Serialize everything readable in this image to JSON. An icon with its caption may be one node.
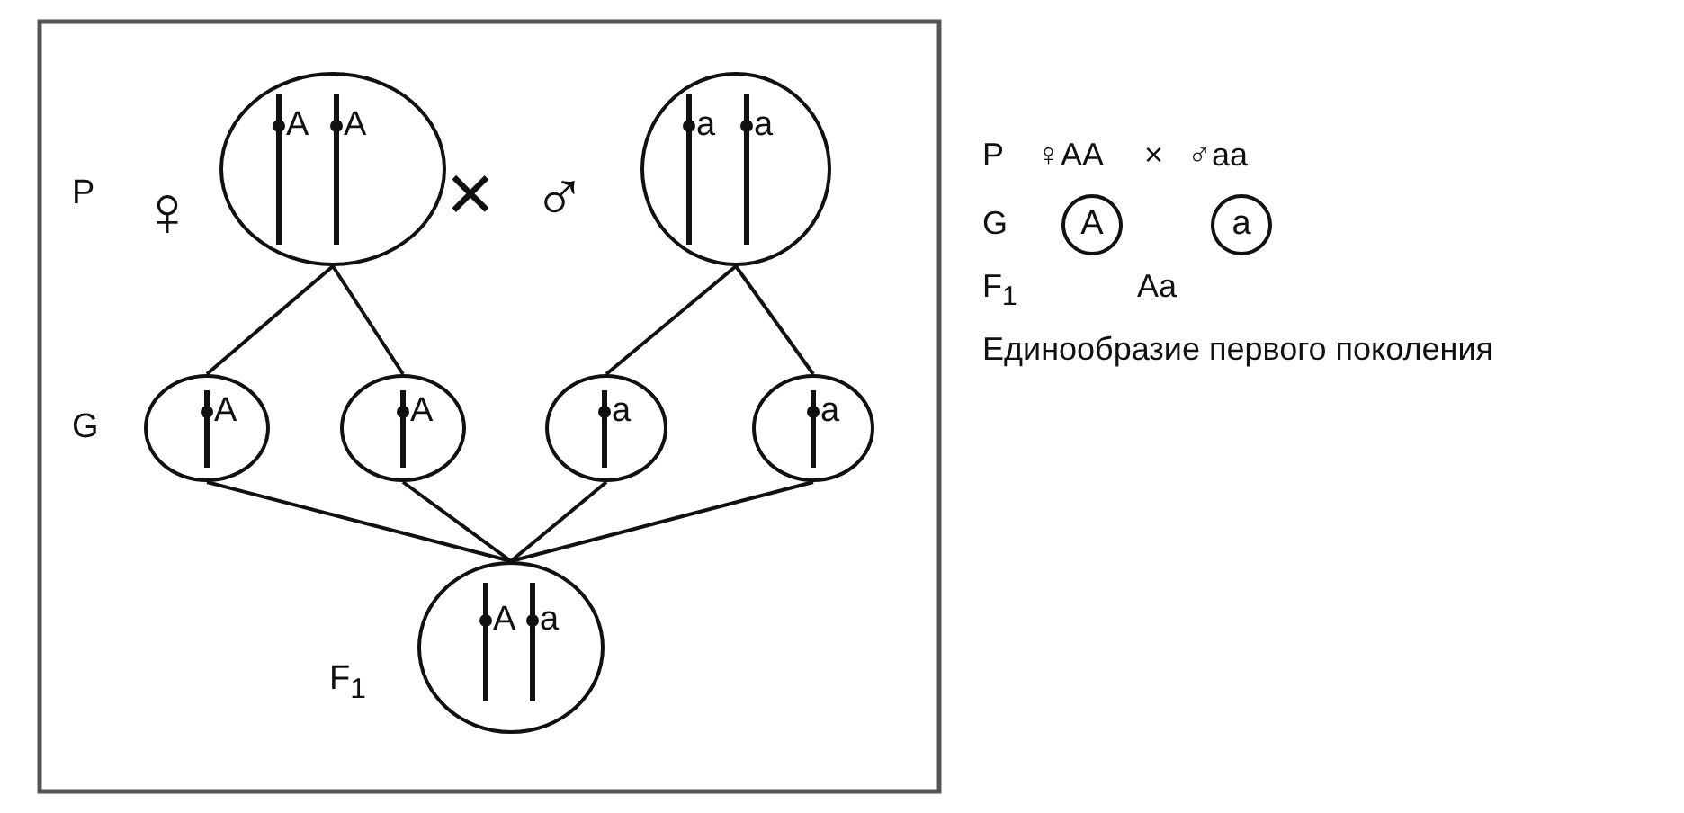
{
  "diagram": {
    "nodes": [
      {
        "text": [
          "A",
          "A"
        ]
      },
      {
        "text": [
          "a",
          "a"
        ]
      },
      {
        "text": [
          "A"
        ]
      },
      {
        "text": [
          "A"
        ]
      },
      {
        "text": [
          "a"
        ]
      },
      {
        "text": [
          "a"
        ]
      },
      {
        "text": [
          "A",
          "a"
        ]
      },
      {
        "text": [
          "A"
        ]
      },
      {
        "text": [
          "a"
        ]
      }
    ],
    "edges": [
      {
        "from": 0,
        "to": 2,
        "arrow": "none"
      },
      {
        "from": 0,
        "to": 3,
        "arrow": "none"
      },
      {
        "from": 1,
        "to": 4,
        "arrow": "none"
      },
      {
        "from": 1,
        "to": 5,
        "arrow": "none"
      },
      {
        "from": 2,
        "to": 6,
        "arrow": "none"
      },
      {
        "from": 3,
        "to": 6,
        "arrow": "none"
      },
      {
        "from": 4,
        "to": 6,
        "arrow": "none"
      },
      {
        "from": 5,
        "to": 6,
        "arrow": "none"
      }
    ],
    "labels": [
      "P",
      "♀",
      "×",
      "♂",
      "G",
      "F$_{1}$",
      "P",
      "♀AA",
      "×",
      "♂aa",
      "G",
      "F$_{1}$",
      "Aa",
      "Единообразие первого поколения"
    ]
  }
}
